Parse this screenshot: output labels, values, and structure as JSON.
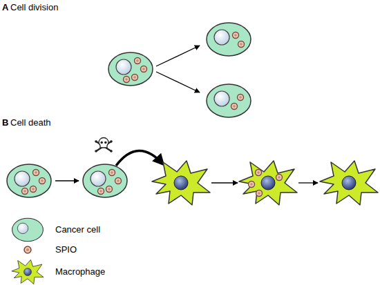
{
  "diagram": {
    "labels": [
      "A",
      "Cell division",
      "B",
      "Cell death"
    ],
    "legend": [
      {
        "text": "Cancer cell"
      },
      {
        "text": "SPIO"
      },
      {
        "text": "Macrophage"
      }
    ]
  }
}
